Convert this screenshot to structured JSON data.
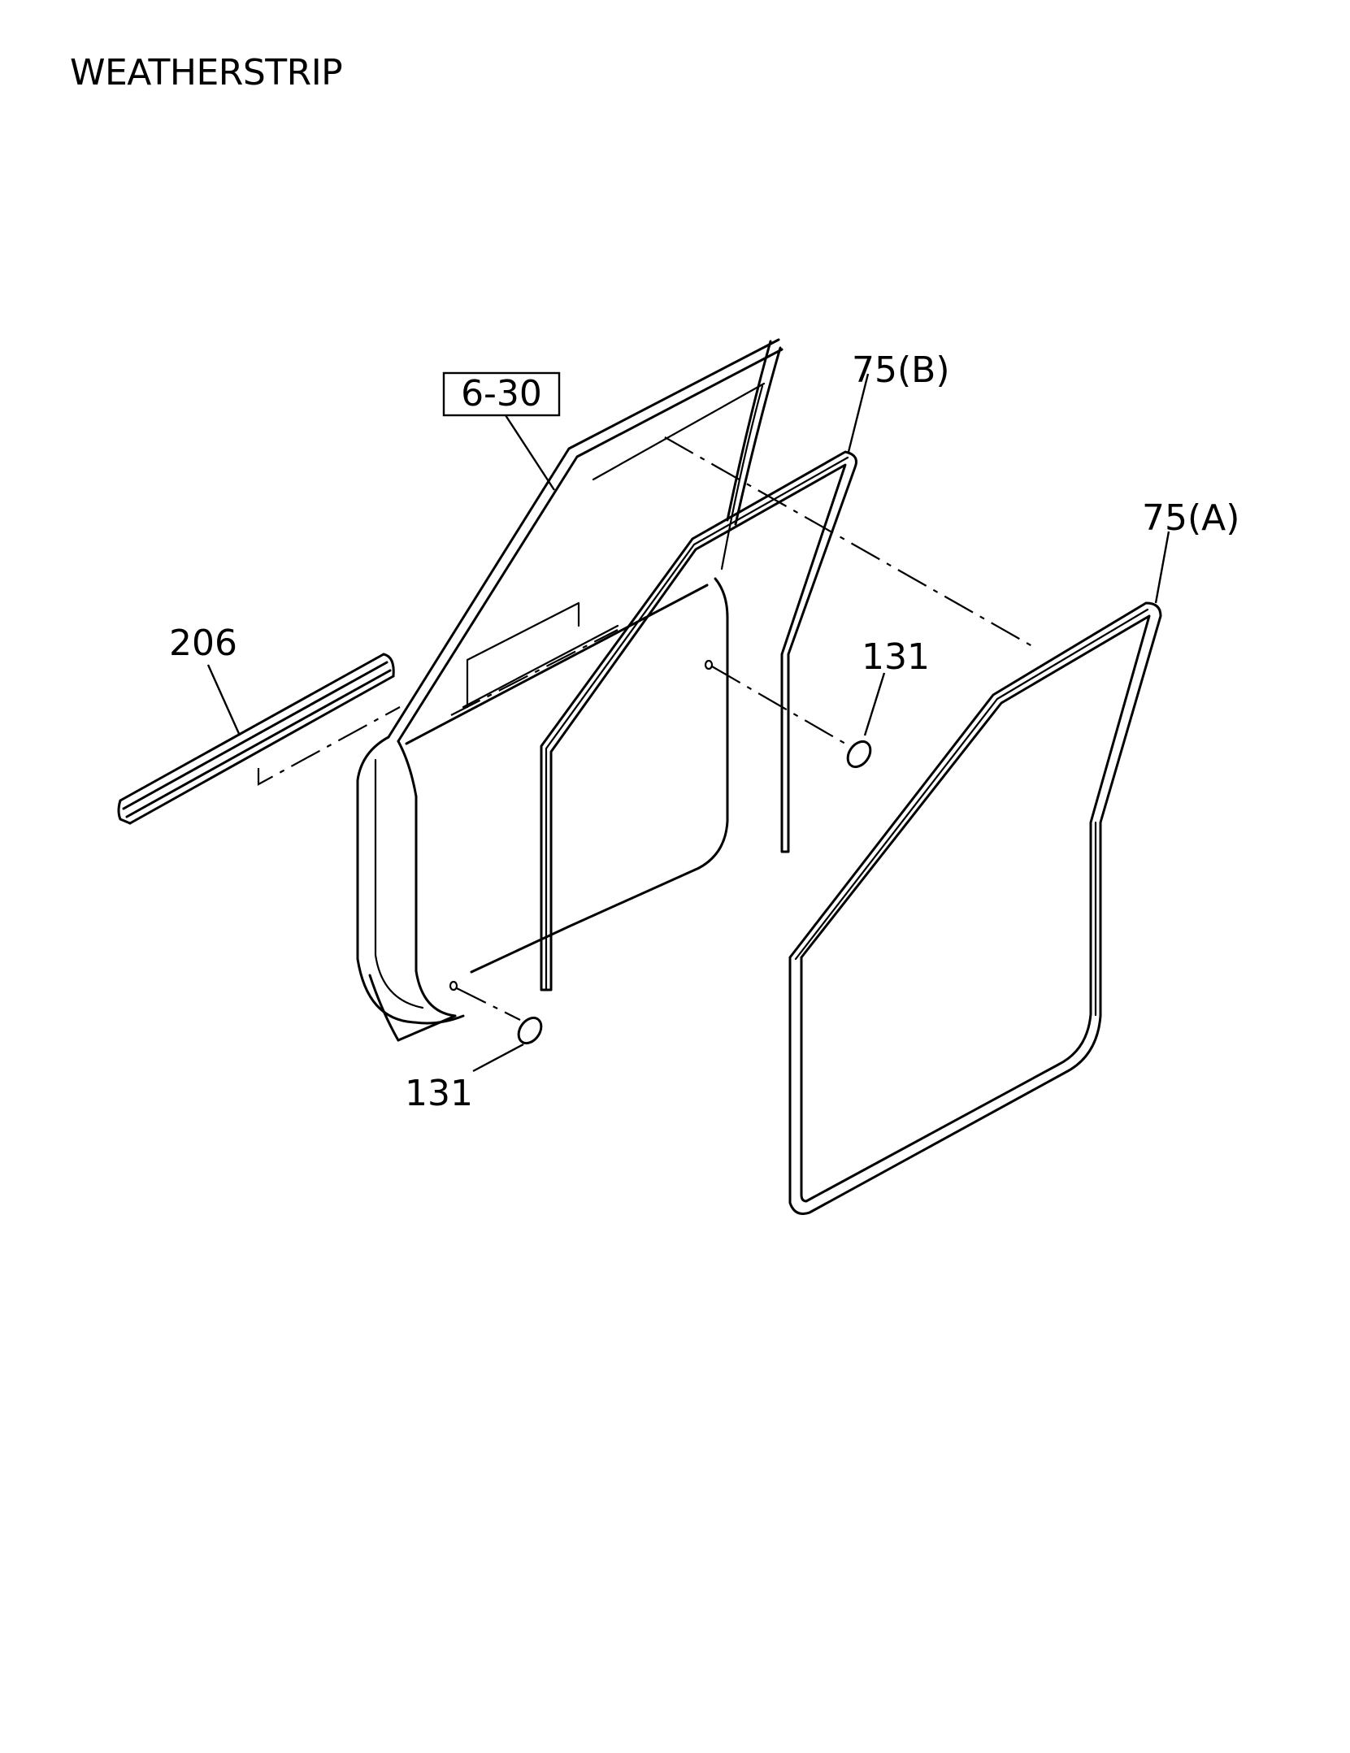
{
  "title": "WEATHERSTRIP",
  "ref_box": "6-30",
  "callouts": {
    "strip_206": "206",
    "weatherstrip_a": "75(A)",
    "weatherstrip_b": "75(B)",
    "plug_upper": "131",
    "plug_lower": "131"
  }
}
